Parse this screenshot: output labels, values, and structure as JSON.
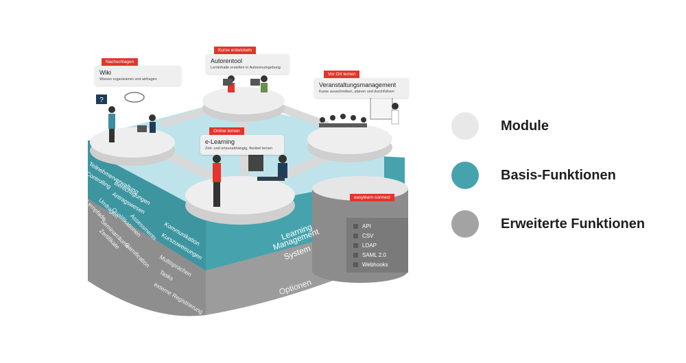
{
  "modules": {
    "wiki": {
      "tag": "Nachschlagen",
      "title": "Wiki",
      "subtitle": "Wissen organisieren und abfragen"
    },
    "autorentool": {
      "tag": "Kurse entwickeln",
      "title": "Autorentool",
      "subtitle": "Lerninhalte erstellen in Autorenumgebung"
    },
    "veranstaltung": {
      "tag": "Vor Ort lernen",
      "title": "Veranstaltungsmanagement",
      "subtitle": "Kurse ausschreiben, planen und durchführen"
    },
    "elearning": {
      "tag": "Online lernen",
      "title": "e-Learning",
      "subtitle": "Zeit- und ortsunabhängig, flexibel lernen"
    }
  },
  "basis_functions": [
    "Teilnehmerverwaltung",
    "Controlling",
    "Berechtigungen",
    "Antragswesen",
    "Kommunikation",
    "Kurszuweisungen"
  ],
  "lms_label": [
    "Learning",
    "Management",
    "System"
  ],
  "extended_functions": [
    "Lernpfade",
    "Umfragen",
    "Qualifikationen",
    "Assessments",
    "Seminarräume",
    "Zertifikate",
    "Gamification",
    "Multisprachen",
    "Tasks",
    "externe Registrierung"
  ],
  "options_label": "Optionen",
  "connect": {
    "tag": "easylearn connect",
    "items": [
      "API",
      "CSV",
      "LDAP",
      "SAML 2.0",
      "Webhooks"
    ]
  },
  "legend": [
    {
      "label": "Module",
      "color": "#e8e8e8"
    },
    {
      "label": "Basis-Funktionen",
      "color": "#46a3ad"
    },
    {
      "label": "Erweiterte Funktionen",
      "color": "#a3a3a3"
    }
  ],
  "colors": {
    "teal": "#46a3ad",
    "grey": "#9a9a9a",
    "module": "#efefef",
    "water": "#bfe3ea",
    "accent": "#e2352b"
  }
}
